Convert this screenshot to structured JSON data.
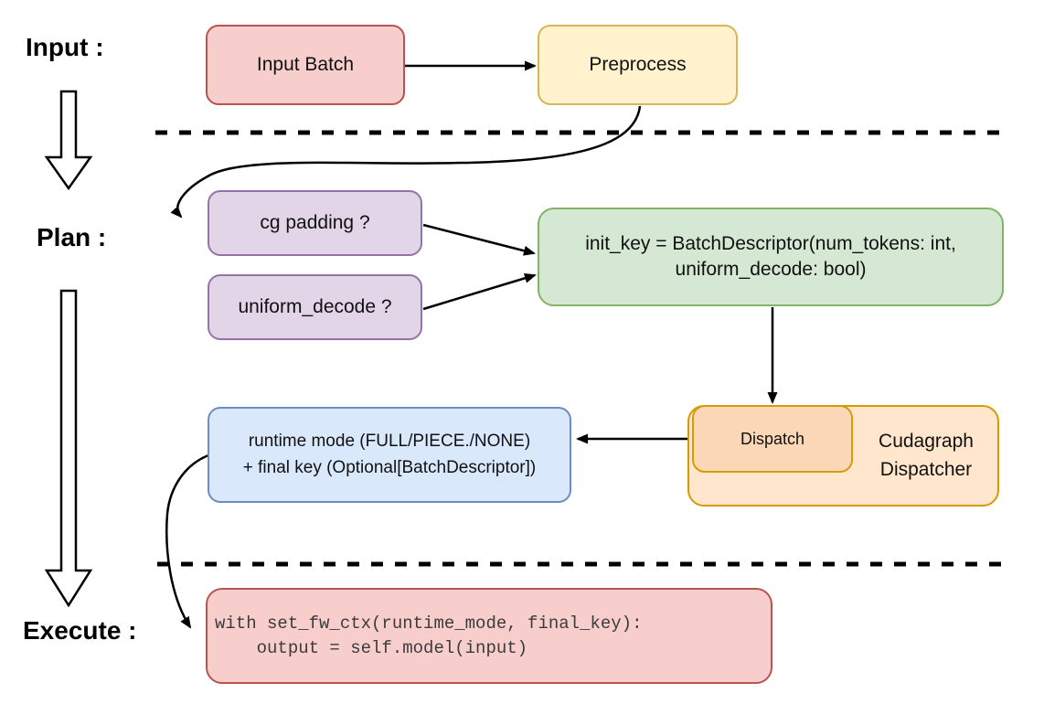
{
  "diagram": {
    "title_hint": "Cudagraph dispatch flow: Input / Plan / Execute",
    "stage_labels": {
      "input": "Input :",
      "plan": "Plan :",
      "execute": "Execute :"
    },
    "nodes": {
      "input_batch": {
        "label": "Input Batch",
        "fill": "#f8cecc",
        "stroke": "#b85450"
      },
      "preprocess": {
        "label": "Preprocess",
        "fill": "#fff2cc",
        "stroke": "#d6b656"
      },
      "cg_padding": {
        "label": "cg padding ?",
        "fill": "#e1d5e7",
        "stroke": "#9673a6"
      },
      "uniform_decode": {
        "label": "uniform_decode ?",
        "fill": "#e1d5e7",
        "stroke": "#9673a6"
      },
      "init_key": {
        "line1": "init_key = BatchDescriptor(num_tokens: int,",
        "line2": "uniform_decode: bool)",
        "fill": "#d5e8d4",
        "stroke": "#82b366"
      },
      "dispatch": {
        "label": "Dispatch",
        "fill": "#fbd7b8",
        "stroke": "#d79b00"
      },
      "cudagraph_dispatcher": {
        "line1": "Cudagraph",
        "line2": "Dispatcher",
        "fill": "#ffe6cc",
        "stroke": "#d79b00"
      },
      "runtime_mode": {
        "line1": "runtime mode (FULL/PIECE./NONE)",
        "line2": "+ final key (Optional[BatchDescriptor])",
        "fill": "#dae8fc",
        "stroke": "#6c8ebf"
      },
      "execute_code": {
        "line1": "with set_fw_ctx(runtime_mode, final_key):",
        "line2": "    output = self.model(input)",
        "fill": "#f8cecc",
        "stroke": "#b85450",
        "text_color": "#3b3b3b"
      }
    },
    "connector_color": "#000000",
    "separator_color": "#000000"
  }
}
